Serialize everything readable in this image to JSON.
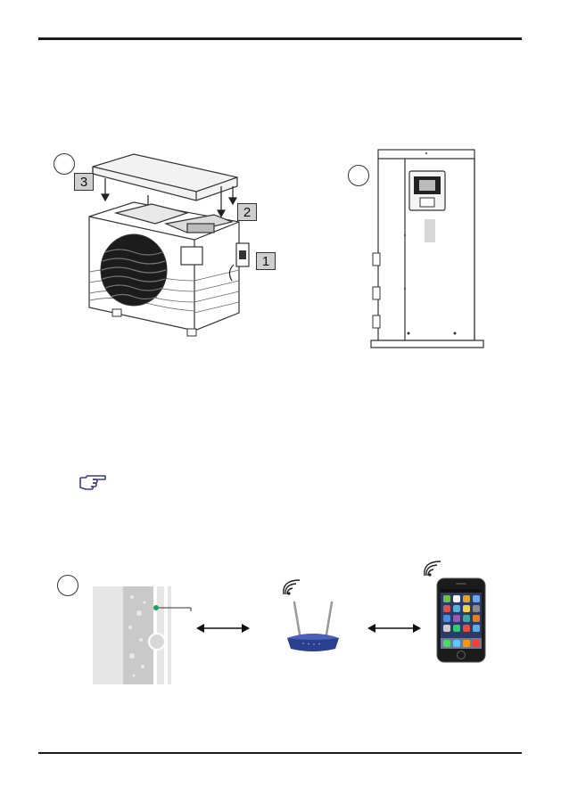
{
  "figures": {
    "top_left": {
      "circle_label": "",
      "steps": [
        "3",
        "2",
        "1"
      ]
    },
    "top_right": {
      "circle_label": ""
    },
    "bottom": {
      "circle_label": ""
    }
  },
  "icons": {
    "note": "pointing-hand-icon",
    "wifi": "wifi-signal-icon",
    "arrows": "double-arrow-icon",
    "router": "wifi-router-icon",
    "phone": "smartphone-icon",
    "panel": "control-panel-icon"
  },
  "colors": {
    "note_icon": "#3b3b8f",
    "router": "#2b3f8f",
    "led": "#1fa05a",
    "panel_dark": "#c9c9c9",
    "panel_light": "#e6e6e6"
  }
}
